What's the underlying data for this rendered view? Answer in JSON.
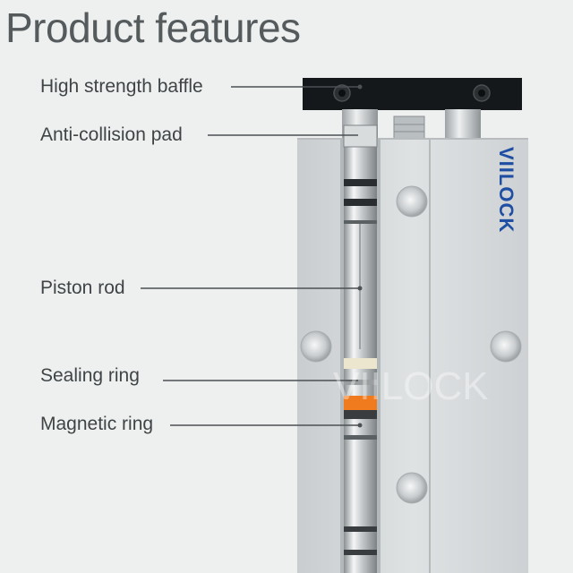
{
  "title": "Product features",
  "labels": {
    "baffle": "High strength baffle",
    "pad": "Anti-collision pad",
    "rod": "Piston rod",
    "seal": "Sealing ring",
    "magnet": "Magnetic ring"
  },
  "brand": {
    "logo_text": "VIILOCK",
    "watermark_text": "VIILOCK",
    "logo_color": "#1f4ea3"
  },
  "colors": {
    "body": "#d4d8da",
    "baffle": "#15181a",
    "magnetic_ring": "#f07a1e",
    "sealing_ring": "#ece6cf"
  }
}
